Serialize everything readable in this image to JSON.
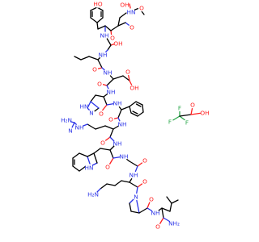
{
  "image": {
    "kind": "chemical-structure-2d",
    "colors": {
      "oxygen": "#ff2020",
      "nitrogen": "#2b34e8",
      "fluorine": "#2aa84a",
      "carbon": "#000000",
      "background": "#ffffff"
    }
  },
  "labels": {
    "ac_nh": "HN",
    "ac_o": "O",
    "ser1_oh": "OH",
    "tyr_oh": "HO",
    "tyr_nh": "NH",
    "ser1_co": "O",
    "ser2_oh": "OH",
    "ser2_nh": "NH",
    "nle_nh": "NH",
    "nle_co": "O",
    "glu_acid_o": "O",
    "glu_acid_oh": "OH",
    "glu_nh": "NH",
    "glu_co": "O",
    "his_ring_n": "N",
    "his_ring_nh": "HN",
    "his_nh": "NH",
    "his_co": "O",
    "phe_nh": "NH",
    "arg_nh": "NH",
    "arg_gn_nh2": "H₂N",
    "arg_gn_nh": "NH",
    "arg_gn_n": "N",
    "phe_co": "O",
    "arg_co": "O",
    "trp_indole_nh": "HN",
    "trp_nh": "NH",
    "gly_nh": "NH",
    "trp_co": "O",
    "gly_co": "O",
    "lys_nh2": "H₂N",
    "pro_n": "N",
    "pro_co": "O",
    "val_nh": "NH",
    "val_co": "O",
    "val_nh2": "NH₂",
    "tfa_o": "O",
    "tfa_oh": "OH",
    "tfa_f1": "F",
    "tfa_f2": "F",
    "tfa_f3": "F"
  }
}
